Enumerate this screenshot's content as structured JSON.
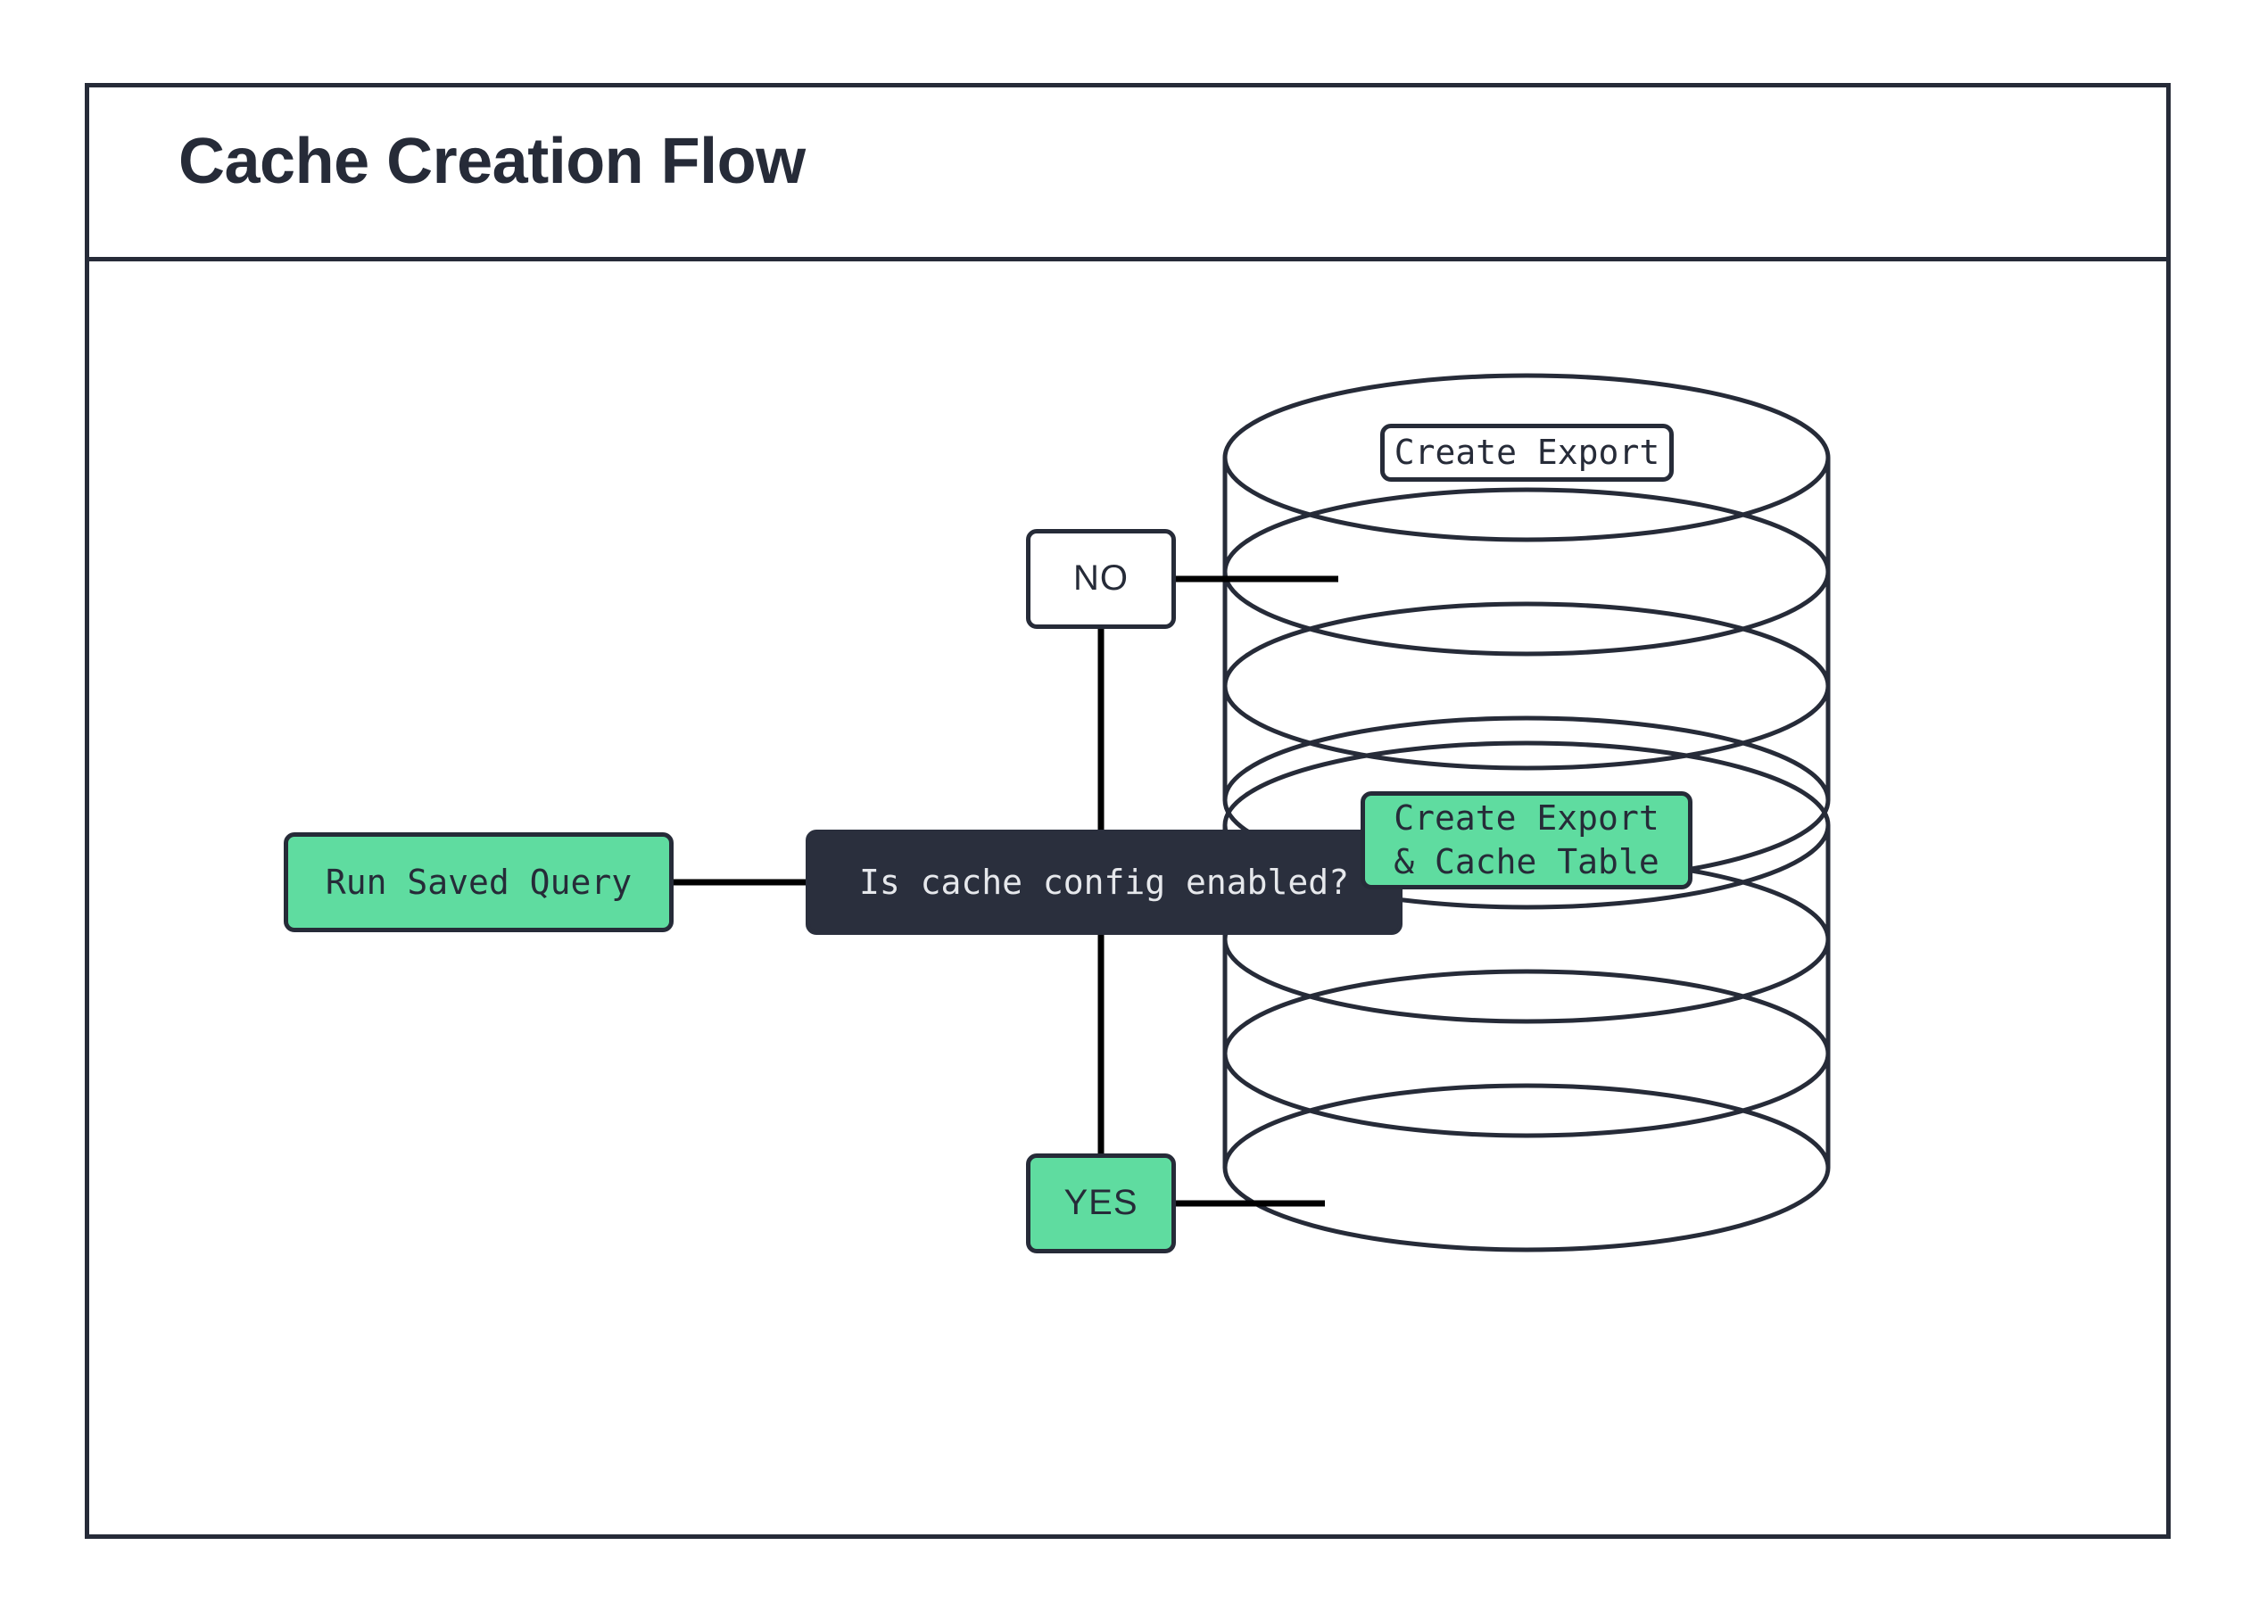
{
  "header": {
    "title": "Cache Creation Flow"
  },
  "colors": {
    "ink": "#262B38",
    "dark_node_bg": "#2A2F3D",
    "dark_node_text": "#E6E8EC",
    "green": "#5FDCA0",
    "canvas": "#FFFFFF"
  },
  "nodes": {
    "start": {
      "id": "run-saved-query",
      "label": "Run Saved Query",
      "shape": "rounded-rect",
      "fill": "green"
    },
    "decision": {
      "id": "is-cache-config-enabled",
      "label": "Is cache config enabled?",
      "shape": "rounded-rect",
      "fill": "dark"
    },
    "branch_no": {
      "id": "branch-no",
      "label": "NO",
      "shape": "rounded-rect",
      "fill": "white"
    },
    "branch_yes": {
      "id": "branch-yes",
      "label": "YES",
      "shape": "rounded-rect",
      "fill": "green"
    },
    "database_upper": {
      "id": "database-create-export",
      "shape": "cylinder",
      "label": "Create Export",
      "label_fill": "white"
    },
    "database_lower": {
      "id": "database-create-export-cache-table",
      "shape": "cylinder",
      "label_line1": "Create Export",
      "label_line2": "& Cache Table",
      "label_fill": "green"
    }
  },
  "edges": [
    {
      "from": "run-saved-query",
      "to": "is-cache-config-enabled",
      "orientation": "horizontal"
    },
    {
      "from": "is-cache-config-enabled",
      "to": "branch-no",
      "orientation": "vertical"
    },
    {
      "from": "is-cache-config-enabled",
      "to": "branch-yes",
      "orientation": "vertical"
    },
    {
      "from": "branch-no",
      "to": "database-create-export",
      "orientation": "horizontal"
    },
    {
      "from": "branch-yes",
      "to": "database-create-export-cache-table",
      "orientation": "horizontal"
    }
  ]
}
